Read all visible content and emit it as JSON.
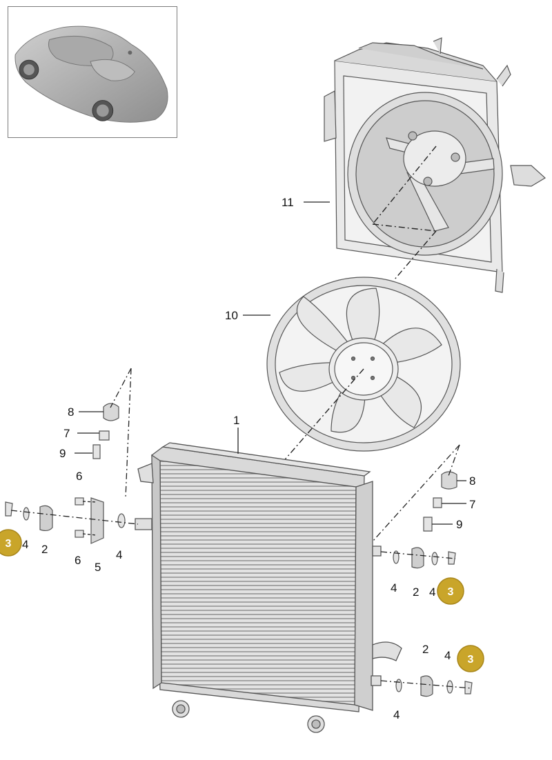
{
  "diagram": {
    "labels": {
      "radiator": "1",
      "grommet": "2",
      "badge": "3",
      "washer": "4",
      "bracket": "5",
      "screw_small": "6",
      "bushing": "7",
      "mount": "8",
      "bolt": "9",
      "fan": "10",
      "shroud": "11"
    },
    "colors": {
      "part_fill": "#e6e6e6",
      "part_stroke": "#555555",
      "badge_fill": "#c9a52a",
      "badge_stroke": "#a8861b"
    },
    "inset_icon": "car-thumbnail-icon"
  }
}
